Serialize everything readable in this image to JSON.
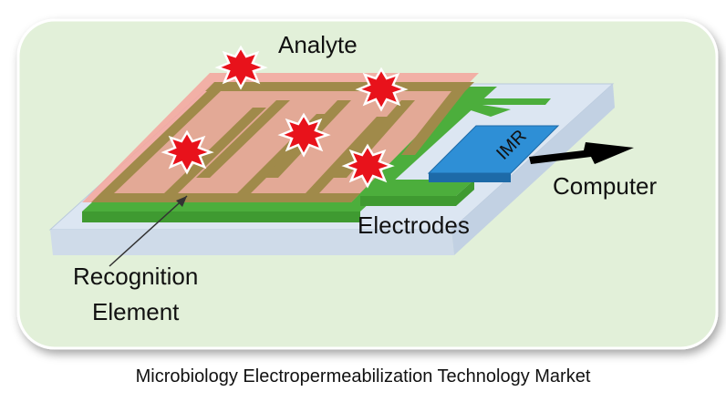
{
  "diagram": {
    "labels": {
      "analyte": "Analyte",
      "imr": "IMR",
      "computer": "Computer",
      "electrodes": "Electrodes",
      "recognition_line1": "Recognition",
      "recognition_line2": "Element"
    },
    "caption": "Microbiology Electropermeabilization Technology Market"
  },
  "colors": {
    "panel_fill": "#e2f0d9",
    "substrate": "#dce6f2",
    "electrode_green": "#4cae3c",
    "recognition_pink": "#f4a9a0",
    "electrode_olive": "#a08a4a",
    "imr_blue": "#2e8fd6",
    "analyte_red": "#e8121b",
    "arrow": "#000000"
  }
}
